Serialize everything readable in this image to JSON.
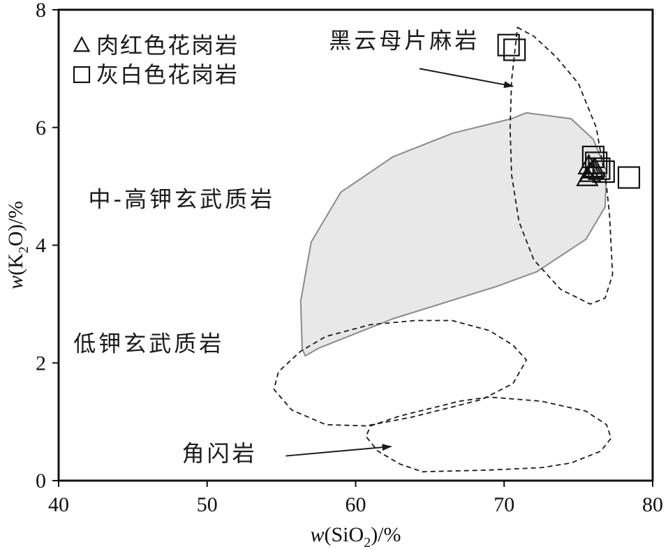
{
  "chart_data": {
    "type": "scatter",
    "xlabel": {
      "var": "w",
      "open": "(SiO",
      "sub": "2",
      "close": ")/%"
    },
    "ylabel": {
      "var": "w",
      "open": "(K",
      "sub": "2",
      "close": "O)/%"
    },
    "xlim": [
      40,
      80
    ],
    "ylim": [
      0,
      8
    ],
    "xticks": [
      "40",
      "50",
      "60",
      "70",
      "80"
    ],
    "yticks": [
      "0",
      "2",
      "4",
      "6",
      "8"
    ],
    "grid": false,
    "legend_position": "top-left",
    "series": [
      {
        "name": "肉红色花岗岩",
        "marker": "triangle",
        "points": [
          {
            "x": 75.6,
            "y": 5.15
          },
          {
            "x": 75.8,
            "y": 5.22
          },
          {
            "x": 76.0,
            "y": 5.28
          },
          {
            "x": 75.7,
            "y": 5.35
          },
          {
            "x": 76.1,
            "y": 5.3
          }
        ]
      },
      {
        "name": "灰白色花岗岩",
        "marker": "square",
        "points": [
          {
            "x": 70.3,
            "y": 7.4
          },
          {
            "x": 70.7,
            "y": 7.32
          },
          {
            "x": 76.0,
            "y": 5.5
          },
          {
            "x": 76.2,
            "y": 5.4
          },
          {
            "x": 76.4,
            "y": 5.3
          },
          {
            "x": 76.7,
            "y": 5.25
          },
          {
            "x": 78.4,
            "y": 5.15
          }
        ]
      }
    ],
    "regions": [
      {
        "label": "中-高钾玄武质岩",
        "style": "filled",
        "outline": [
          [
            56.6,
            2.12
          ],
          [
            57.5,
            2.25
          ],
          [
            62.5,
            2.75
          ],
          [
            69.5,
            3.3
          ],
          [
            72.2,
            3.55
          ],
          [
            75.5,
            4.1
          ],
          [
            76.8,
            4.65
          ],
          [
            76.9,
            5.25
          ],
          [
            76,
            5.8
          ],
          [
            74.5,
            6.15
          ],
          [
            71.5,
            6.25
          ],
          [
            70.5,
            6.15
          ],
          [
            66.5,
            5.9
          ],
          [
            62.5,
            5.5
          ],
          [
            59,
            4.9
          ],
          [
            57,
            4.05
          ],
          [
            56.3,
            3.05
          ],
          [
            56.4,
            2.25
          ],
          [
            56.6,
            2.12
          ]
        ]
      },
      {
        "label": "黑云母片麻岩",
        "style": "dashed",
        "outline": [
          [
            70.9,
            7.7
          ],
          [
            72,
            7.55
          ],
          [
            73.5,
            7.2
          ],
          [
            75,
            6.75
          ],
          [
            76.2,
            6.0
          ],
          [
            76.9,
            5.0
          ],
          [
            77.1,
            4.5
          ],
          [
            77.3,
            3.5
          ],
          [
            76.8,
            3.1
          ],
          [
            75.8,
            3.0
          ],
          [
            73.8,
            3.25
          ],
          [
            72,
            3.75
          ],
          [
            71,
            4.4
          ],
          [
            70.5,
            5.2
          ],
          [
            70.4,
            6.0
          ],
          [
            70.5,
            6.8
          ],
          [
            70.9,
            7.7
          ]
        ]
      },
      {
        "label": "低钾玄武质岩",
        "style": "dashed",
        "outline": [
          [
            60.7,
            0.93
          ],
          [
            58,
            0.95
          ],
          [
            55.7,
            1.2
          ],
          [
            54.5,
            1.55
          ],
          [
            54.8,
            1.85
          ],
          [
            56.3,
            2.2
          ],
          [
            58,
            2.45
          ],
          [
            61,
            2.65
          ],
          [
            64,
            2.72
          ],
          [
            66.5,
            2.72
          ],
          [
            69,
            2.55
          ],
          [
            70.6,
            2.3
          ],
          [
            71.5,
            2.05
          ],
          [
            70.6,
            1.65
          ],
          [
            68.5,
            1.38
          ],
          [
            66.5,
            1.25
          ],
          [
            63.8,
            1.08
          ],
          [
            60.7,
            0.93
          ]
        ]
      },
      {
        "label": "角闪岩",
        "style": "dashed",
        "outline": [
          [
            61,
            0.93
          ],
          [
            63,
            1.1
          ],
          [
            67,
            1.35
          ],
          [
            69,
            1.42
          ],
          [
            72.5,
            1.35
          ],
          [
            75.5,
            1.18
          ],
          [
            76.9,
            0.95
          ],
          [
            77.2,
            0.72
          ],
          [
            76.5,
            0.5
          ],
          [
            74.5,
            0.3
          ],
          [
            72.5,
            0.22
          ],
          [
            69,
            0.18
          ],
          [
            64.5,
            0.15
          ],
          [
            63,
            0.28
          ],
          [
            61.5,
            0.5
          ],
          [
            60.7,
            0.75
          ],
          [
            61,
            0.93
          ]
        ]
      }
    ],
    "annotations": [
      {
        "text": "黑云母片麻岩",
        "x": 58.2,
        "y": 7.35,
        "arrow_from": [
          64.3,
          7.0
        ],
        "arrow_to": [
          70.6,
          6.7
        ]
      },
      {
        "text": "中-高钾玄武质岩",
        "x": 42.0,
        "y": 4.65
      },
      {
        "text": "低钾玄武质岩",
        "x": 41.0,
        "y": 2.2
      },
      {
        "text": "角闪岩",
        "x": 48.3,
        "y": 0.33,
        "arrow_from": [
          55.3,
          0.42
        ],
        "arrow_to": [
          62.4,
          0.58
        ]
      }
    ],
    "legend": [
      {
        "marker": "triangle",
        "label": "肉红色花岗岩"
      },
      {
        "marker": "square",
        "label": "灰白色花岗岩"
      }
    ]
  }
}
